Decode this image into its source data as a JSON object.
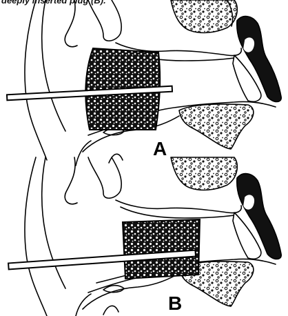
{
  "caption": "deeply inserted plug (B).",
  "panels": [
    {
      "label": "A"
    },
    {
      "label": "B"
    }
  ]
}
